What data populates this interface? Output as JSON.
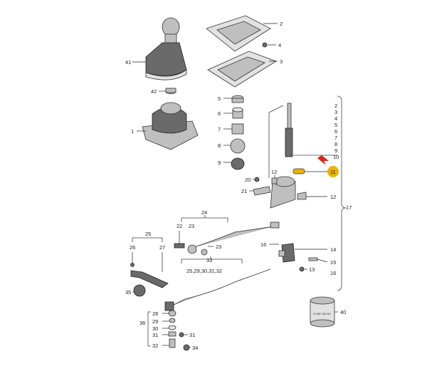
{
  "diagram": {
    "callouts": {
      "c41": "41",
      "c42": "42",
      "c1": "1",
      "c2": "2",
      "c3": "3",
      "c5": "5",
      "c6": "6",
      "c7": "7",
      "c8": "8",
      "c9": "9",
      "c20": "20",
      "c12a": "12",
      "c21": "21",
      "c12b": "12",
      "c11": "11",
      "c17": "17",
      "c24": "24",
      "c22": "22",
      "c23a": "23",
      "c23b": "23",
      "c25": "25",
      "c26": "26",
      "c27": "27",
      "c33": "33",
      "c25list": "25,29,30,31,32",
      "c16a": "16",
      "c14": "14",
      "c15": "15",
      "c16b": "16",
      "c13": "13",
      "c35": "35",
      "c28": "28",
      "c29": "29",
      "c30": "30",
      "c36": "36",
      "c31a": "31",
      "c31b": "31",
      "c32": "32",
      "c34": "34",
      "c40": "40"
    },
    "stack": [
      "2",
      "3",
      "4",
      "5",
      "6",
      "7",
      "8",
      "9",
      "10"
    ],
    "can_label": "G 052 162 A2",
    "highlight_color": "#e8b400",
    "arrow_color": "#d9241c"
  }
}
